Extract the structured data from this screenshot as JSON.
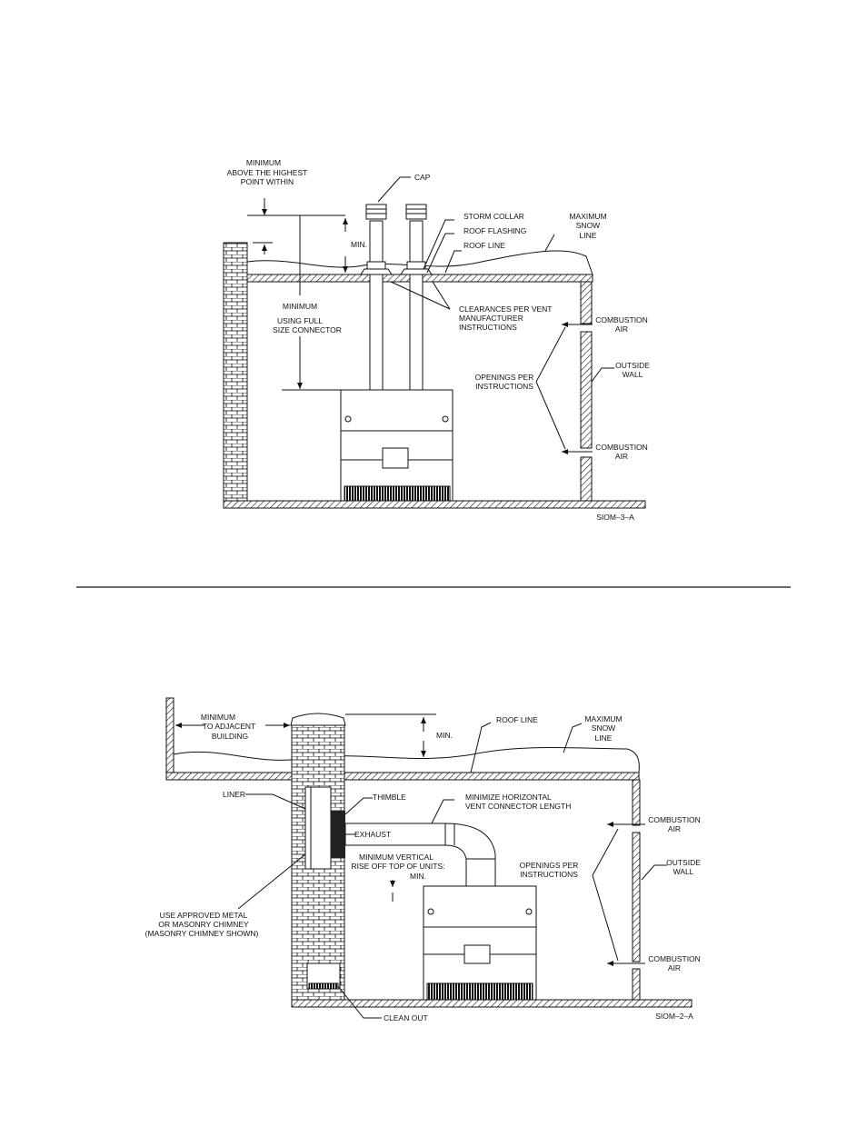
{
  "diagram_top": {
    "labels": {
      "minimum_above": "MINIMUM",
      "above_highest": "ABOVE THE HIGHEST",
      "point_within": "POINT WITHIN",
      "cap": "CAP",
      "storm_collar": "STORM COLLAR",
      "roof_flashing": "ROOF FLASHING",
      "roof_line": "ROOF LINE",
      "max_snow_1": "MAXIMUM",
      "max_snow_2": "SNOW",
      "max_snow_3": "LINE",
      "min": "MIN.",
      "minimum": "MINIMUM",
      "using_full": "USING FULL",
      "size_connector": "SIZE CONNECTOR",
      "clearances_1": "CLEARANCES PER VENT",
      "clearances_2": "MANUFACTURER",
      "clearances_3": "INSTRUCTIONS",
      "combustion_air_top_1": "COMBUSTION",
      "combustion_air_top_2": "AIR",
      "outside_wall_1": "OUTSIDE",
      "outside_wall_2": "WALL",
      "openings_1": "OPENINGS PER",
      "openings_2": "INSTRUCTIONS",
      "combustion_air_bot_1": "COMBUSTION",
      "combustion_air_bot_2": "AIR",
      "figure_id": "SIOM–3–A"
    }
  },
  "diagram_bottom": {
    "labels": {
      "minimum": "MINIMUM",
      "to_adjacent": "TO ADJACENT",
      "building": "BUILDING",
      "min": "MIN.",
      "roof_line": "ROOF LINE",
      "max_snow_1": "MAXIMUM",
      "max_snow_2": "SNOW",
      "max_snow_3": "LINE",
      "liner": "LINER",
      "thimble": "THIMBLE",
      "minimize_1": "MINIMIZE HORIZONTAL",
      "minimize_2": "VENT CONNECTOR LENGTH",
      "exhaust": "EXHAUST",
      "min_vertical_1": "MINIMUM VERTICAL",
      "min_vertical_2": "RISE OFF TOP OF UNITS:",
      "min_vertical_3": "MIN.",
      "combustion_air_top_1": "COMBUSTION",
      "combustion_air_top_2": "AIR",
      "openings_1": "OPENINGS PER",
      "openings_2": "INSTRUCTIONS",
      "outside_wall_1": "OUTSIDE",
      "outside_wall_2": "WALL",
      "chimney_1": "USE APPROVED METAL",
      "chimney_2": "OR MASONRY CHIMNEY",
      "chimney_3": "(MASONRY CHIMNEY SHOWN)",
      "combustion_air_bot_1": "COMBUSTION",
      "combustion_air_bot_2": "AIR",
      "clean_out": "CLEAN OUT",
      "figure_id": "SIOM–2–A"
    }
  }
}
